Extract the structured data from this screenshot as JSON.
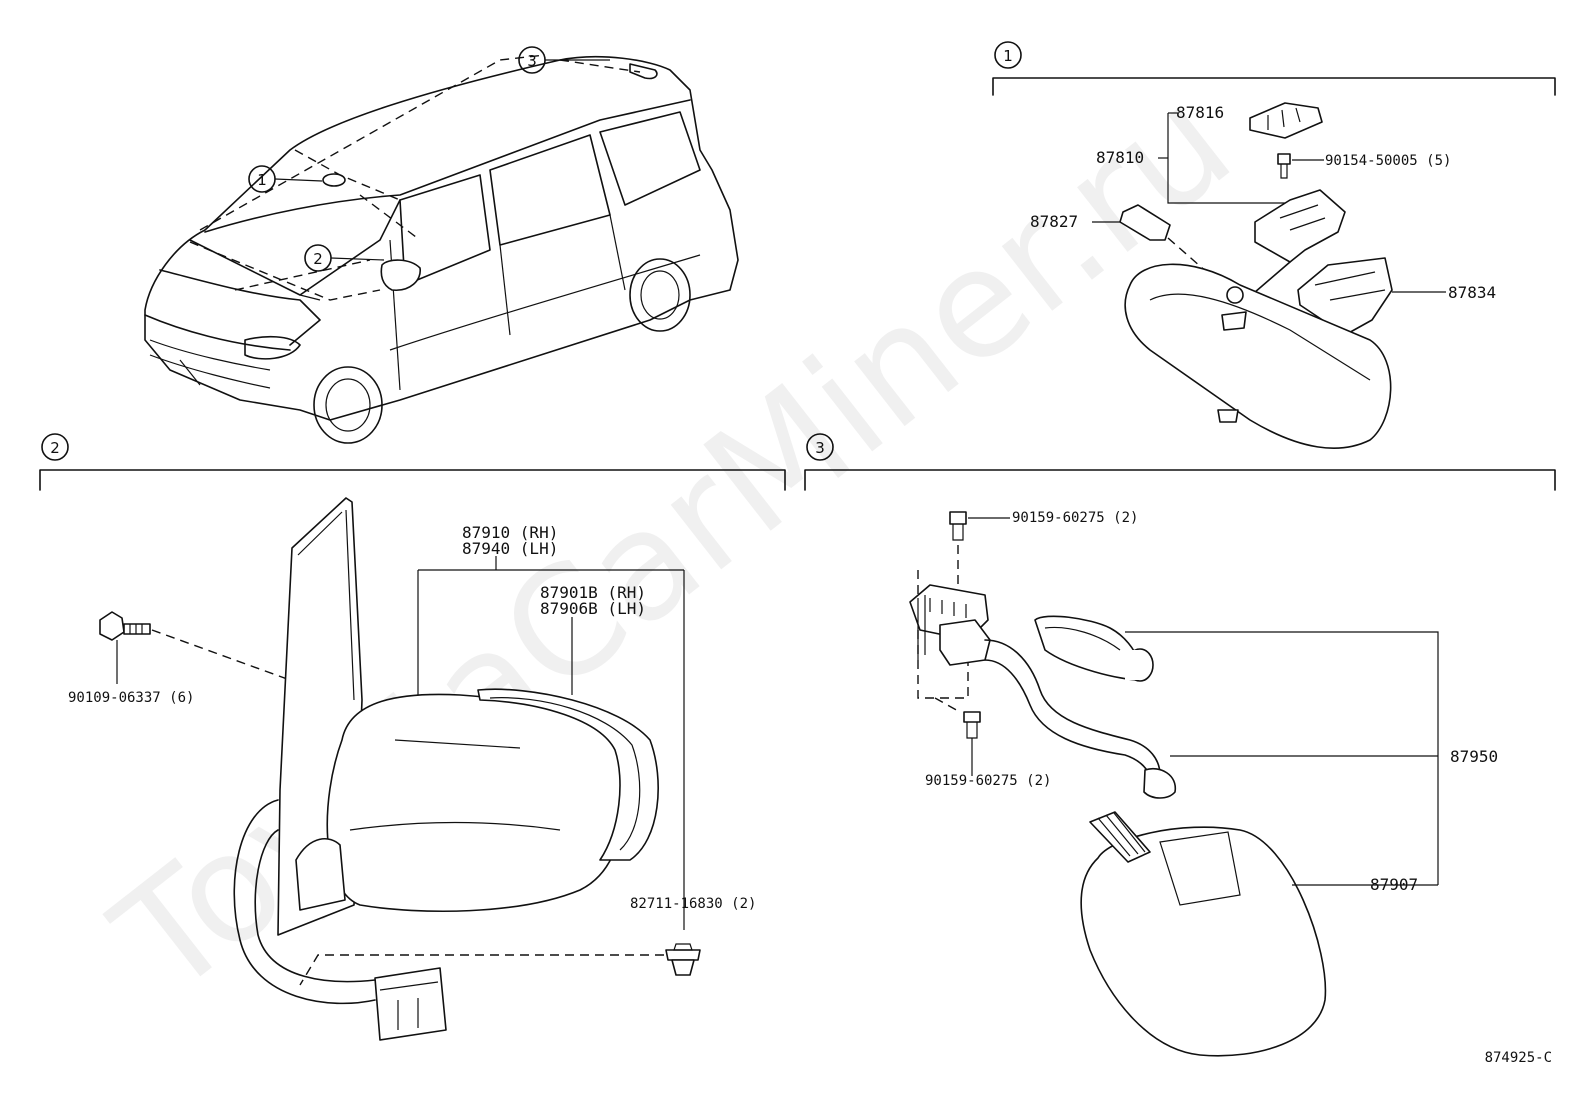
{
  "watermark": "ToyotaCarMiner.ru",
  "callouts": {
    "c1": "1",
    "c2": "2",
    "c3": "3"
  },
  "section1": {
    "title_num": "1",
    "labels": {
      "p87816": "87816",
      "p87810": "87810",
      "p90154": "90154-50005 (5)",
      "p87827": "87827",
      "p87834": "87834"
    }
  },
  "section2": {
    "title_num": "2",
    "labels": {
      "p87910": "87910 (RH)",
      "p87940": "87940 (LH)",
      "p87901b": "87901B (RH)",
      "p87906b": "87906B (LH)",
      "p90109": "90109-06337 (6)",
      "p82711": "82711-16830 (2)"
    }
  },
  "section3": {
    "title_num": "3",
    "labels": {
      "p90159a": "90159-60275 (2)",
      "p90159b": "90159-60275 (2)",
      "p87950": "87950",
      "p87907": "87907"
    }
  },
  "figure_code": "874925-C"
}
